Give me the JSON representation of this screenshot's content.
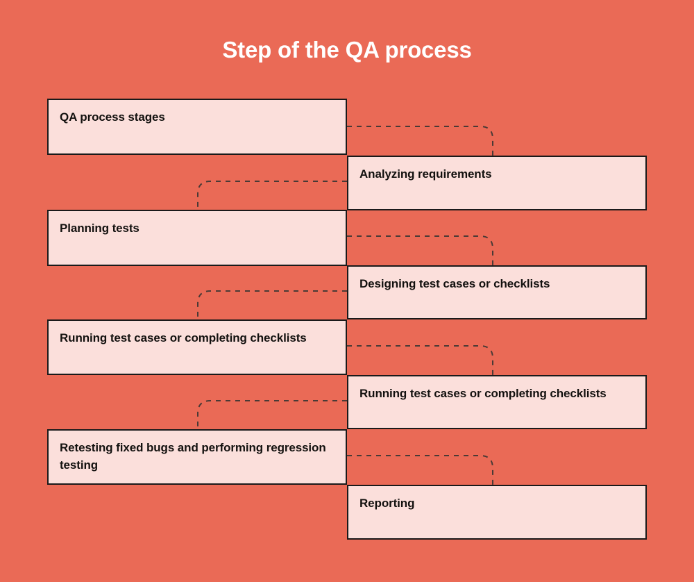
{
  "page": {
    "title": "Step of the QA process",
    "background_color": "#EA6A56",
    "box_fill_color": "#FBDFDB",
    "box_border_color": "#1A1A1A",
    "text_color": "#13110F",
    "title_color": "#FFFFFF",
    "connector_color": "#4A3A36"
  },
  "diagram_data": {
    "type": "flow",
    "orientation": "zigzag-vertical",
    "connector_style": "dashed-rounded-elbow",
    "steps": [
      {
        "index": 1,
        "side": "left",
        "label": "QA process stages"
      },
      {
        "index": 2,
        "side": "right",
        "label": "Analyzing requirements"
      },
      {
        "index": 3,
        "side": "left",
        "label": "Planning tests"
      },
      {
        "index": 4,
        "side": "right",
        "label": "Designing test cases or checklists"
      },
      {
        "index": 5,
        "side": "left",
        "label": "Running test cases or completing checklists"
      },
      {
        "index": 6,
        "side": "right",
        "label": "Running test cases or completing checklists"
      },
      {
        "index": 7,
        "side": "left",
        "label": "Retesting fixed bugs and performing regression testing"
      },
      {
        "index": 8,
        "side": "right",
        "label": "Reporting"
      }
    ]
  }
}
